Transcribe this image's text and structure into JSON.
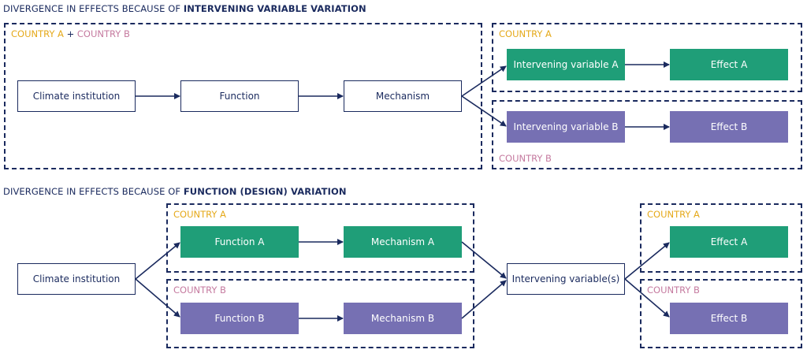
{
  "top": {
    "title_prefix": "DIVERGENCE IN EFFECTS BECAUSE OF ",
    "title_bold": "INTERVENING VARIABLE VARIATION",
    "shared_group_label": {
      "a": "COUNTRY A",
      "plus": " + ",
      "b": "COUNTRY B"
    },
    "country_a_label": "COUNTRY A",
    "country_b_label": "COUNTRY B",
    "nodes": {
      "climate_institution": "Climate institution",
      "function": "Function",
      "mechanism": "Mechanism",
      "intervening_a": "Intervening variable A",
      "effect_a": "Effect A",
      "intervening_b": "Intervening variable B",
      "effect_b": "Effect B"
    }
  },
  "bottom": {
    "title_prefix": "DIVERGENCE IN EFFECTS BECAUSE OF ",
    "title_bold": "FUNCTION (DESIGN) VARIATION",
    "country_a_label": "COUNTRY A",
    "country_b_label": "COUNTRY B",
    "effect_country_a_label": "COUNTRY A",
    "effect_country_b_label": "COUNTRY B",
    "nodes": {
      "climate_institution": "Climate institution",
      "function_a": "Function A",
      "mechanism_a": "Mechanism A",
      "function_b": "Function B",
      "mechanism_b": "Mechanism B",
      "intervening": "Intervening variable(s)",
      "effect_a": "Effect A",
      "effect_b": "Effect B"
    }
  },
  "colors": {
    "navy": "#1a2a5e",
    "green": "#1f9e78",
    "purple": "#7670b3",
    "country_a": "#e5a91a",
    "country_b": "#c57a9f"
  }
}
